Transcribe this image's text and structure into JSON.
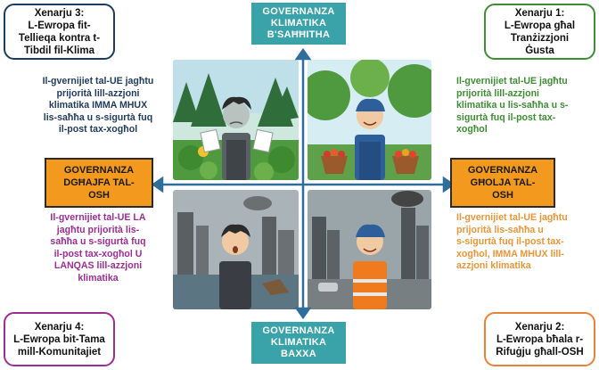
{
  "colors": {
    "axis_teal": "#3aa3a9",
    "side_orange": "#f39a1e",
    "s3_border": "#1f3b5c",
    "s3_text": "#1f3b5c",
    "s1_border": "#3e8d35",
    "s1_text": "#3e8d35",
    "s4_border": "#9b2e93",
    "s4_text": "#9b2e93",
    "s2_border": "#e8823a",
    "s2_text": "#e8953a"
  },
  "top_axis": [
    "GOVERNANZA",
    "KLIMATIKA",
    "B'SAĦĦITHA"
  ],
  "bottom_axis": [
    "GOVERNANZA",
    "KLIMATIKA",
    "BAXXA"
  ],
  "left_axis": [
    "GOVERNANZA",
    "DGĦAJFA TAL-",
    "OSH"
  ],
  "right_axis": [
    "GOVERNANZA",
    "GĦOLJA TAL-",
    "OSH"
  ],
  "scenarios": {
    "s3": [
      "Xenarju 3:",
      "L-Ewropa fit-",
      "Tellieqa kontra t-",
      "Tibdil fil-Klima"
    ],
    "s1": [
      "Xenarju 1:",
      "L-Ewropa għal",
      "Tranżizzjoni",
      "Ġusta"
    ],
    "s4": [
      "Xenarju 4:",
      "L-Ewropa bit-Tama",
      "mill-Komunitajiet"
    ],
    "s2": [
      "Xenarju 2:",
      "L-Ewropa bħala r-",
      "Rifuġju għall-OSH"
    ]
  },
  "descriptions": {
    "top_left": [
      "Il-gvernijiet tal-UE jagħtu",
      "prijorità lill-azzjoni",
      "klimatika IMMA MHUX",
      "lis-saħħa u s-sigurtà fuq",
      "il-post tax-xogħol"
    ],
    "top_right": [
      "Il-gvernijiet tal-UE jagħtu",
      "prijorità lill-azzjoni",
      "klimatika u lis-saħħa u s-",
      "sigurtà fuq il-post tax-",
      "xogħol"
    ],
    "bottom_left": [
      "Il-gvernijiet tal-UE LA",
      "jagħtu prijorità lis-",
      "saħħa u s-sigurtà fuq",
      "il-post tax-xogħol U",
      "LANQAS lill-azzjoni",
      "klimatika"
    ],
    "bottom_right": [
      "Il-gvernijiet tal-UE jagħtu",
      "prijorità lis-saħħa u",
      "s-sigurtà fuq il-post tax-",
      "xogħol, IMMA MHUX lill-",
      "azzjoni klimatika"
    ]
  },
  "illustration_icons": [
    "worker-with-papers-forest-icon",
    "worker-with-baskets-garden-icon",
    "worker-flooded-city-icon",
    "worker-safety-vest-city-icon"
  ]
}
